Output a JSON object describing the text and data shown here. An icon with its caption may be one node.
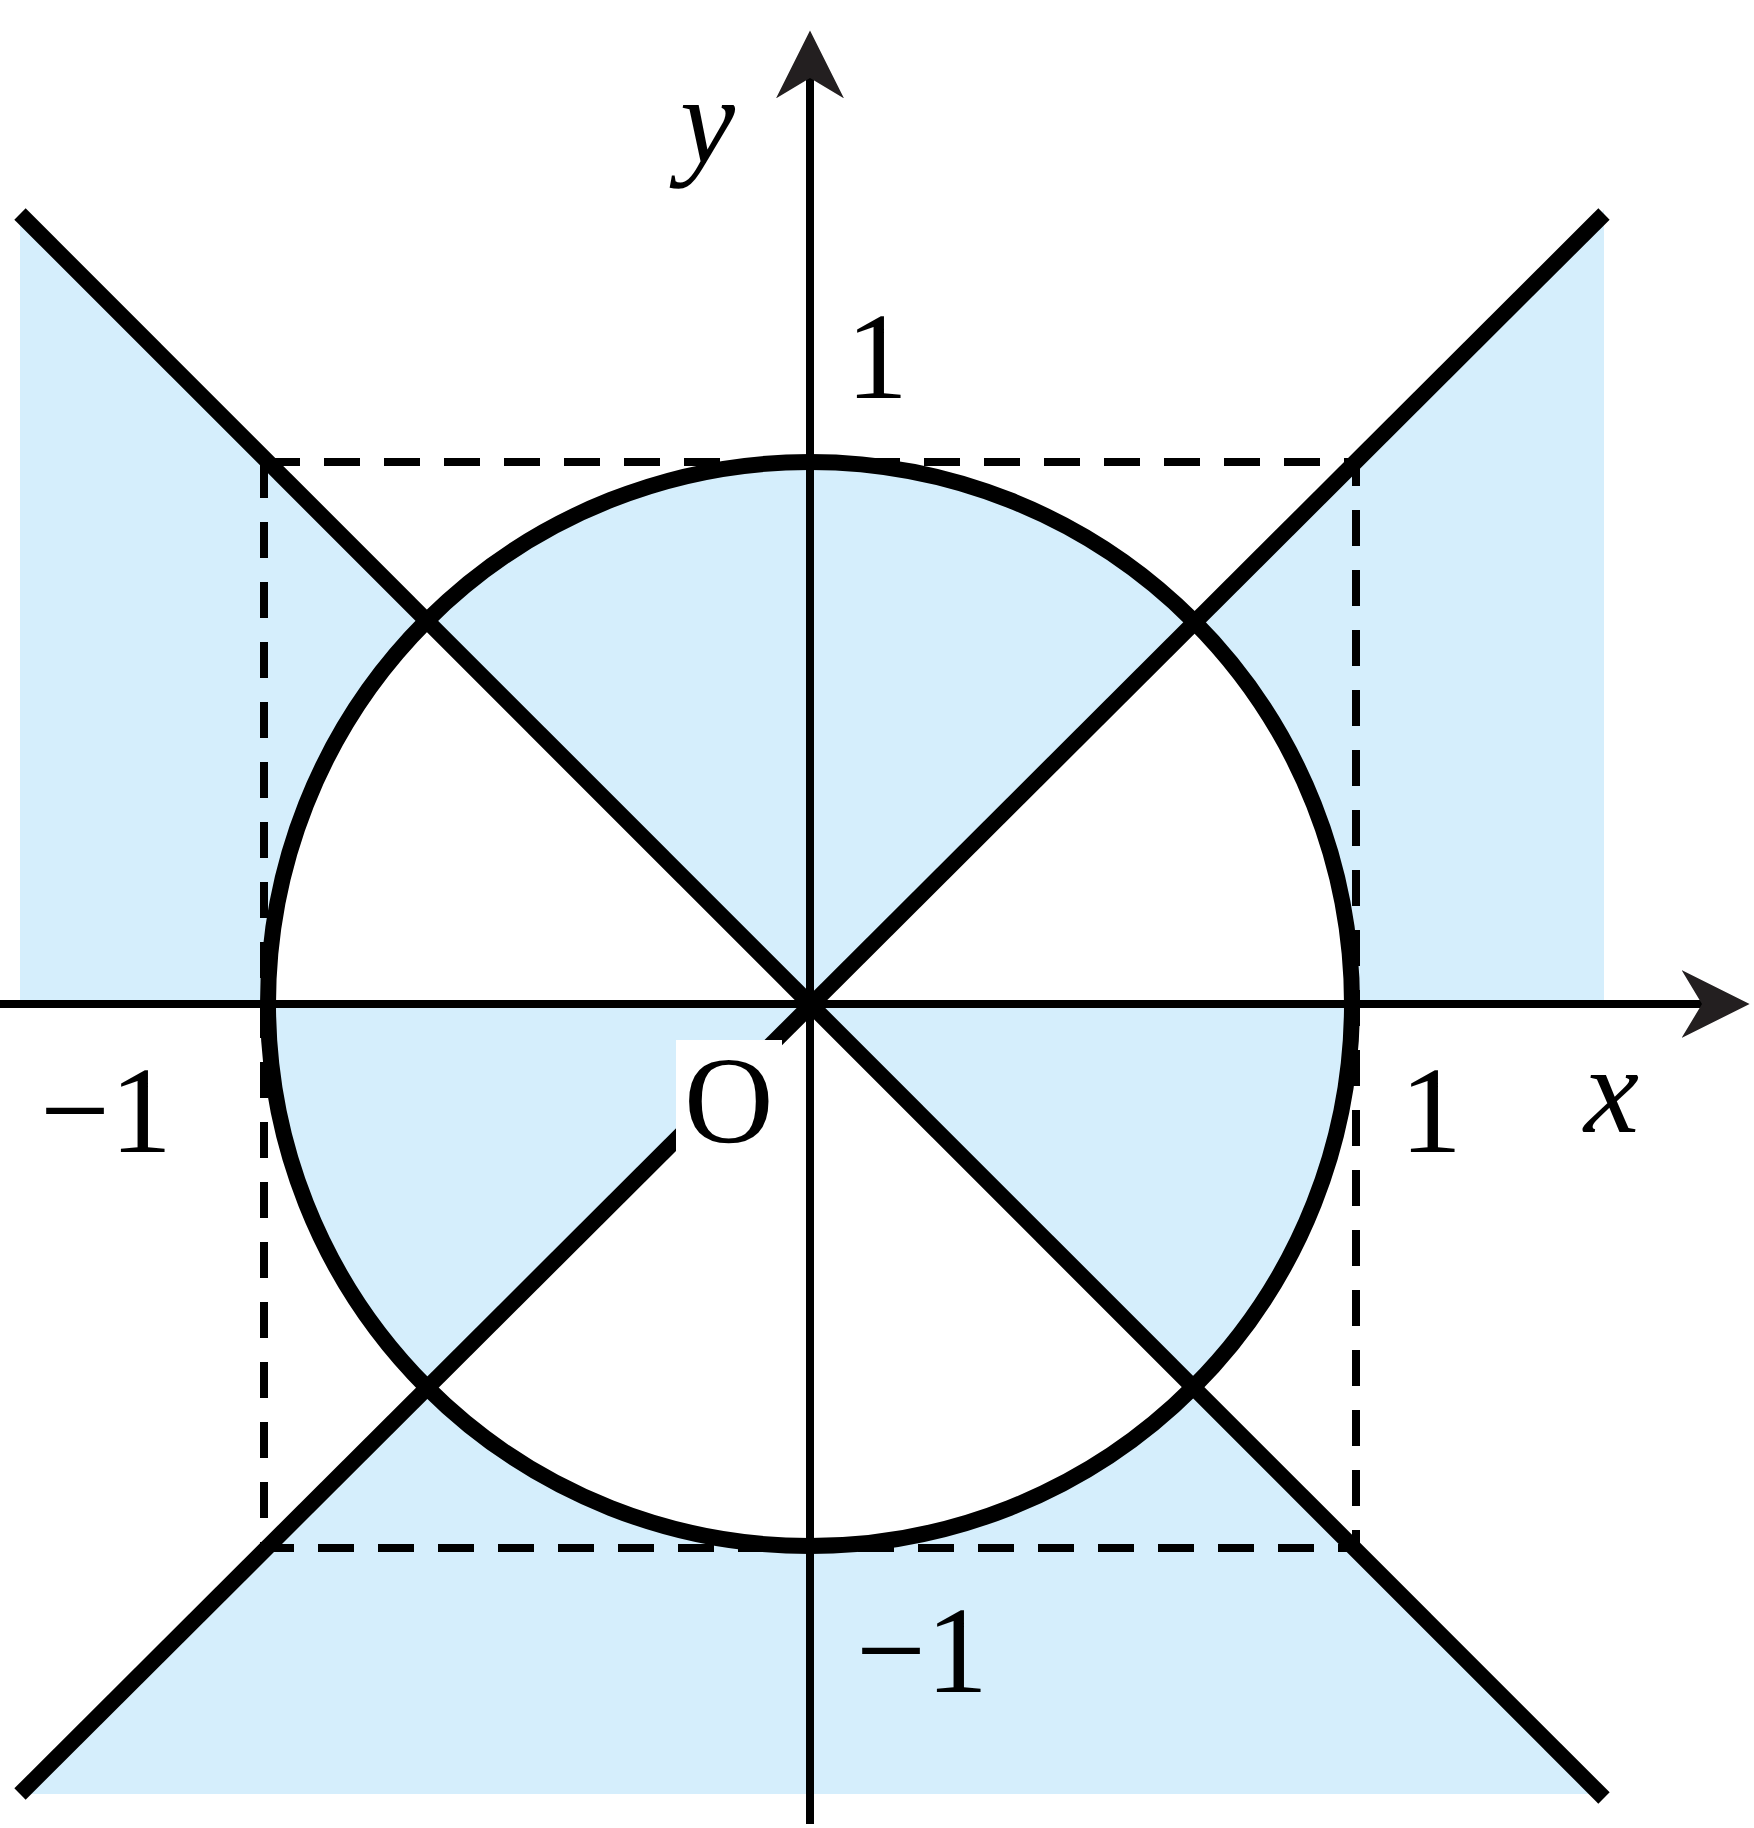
{
  "diagram": {
    "labels": [
      "y",
      "1",
      "−1",
      "O",
      "1",
      "x",
      "−1"
    ]
  }
}
